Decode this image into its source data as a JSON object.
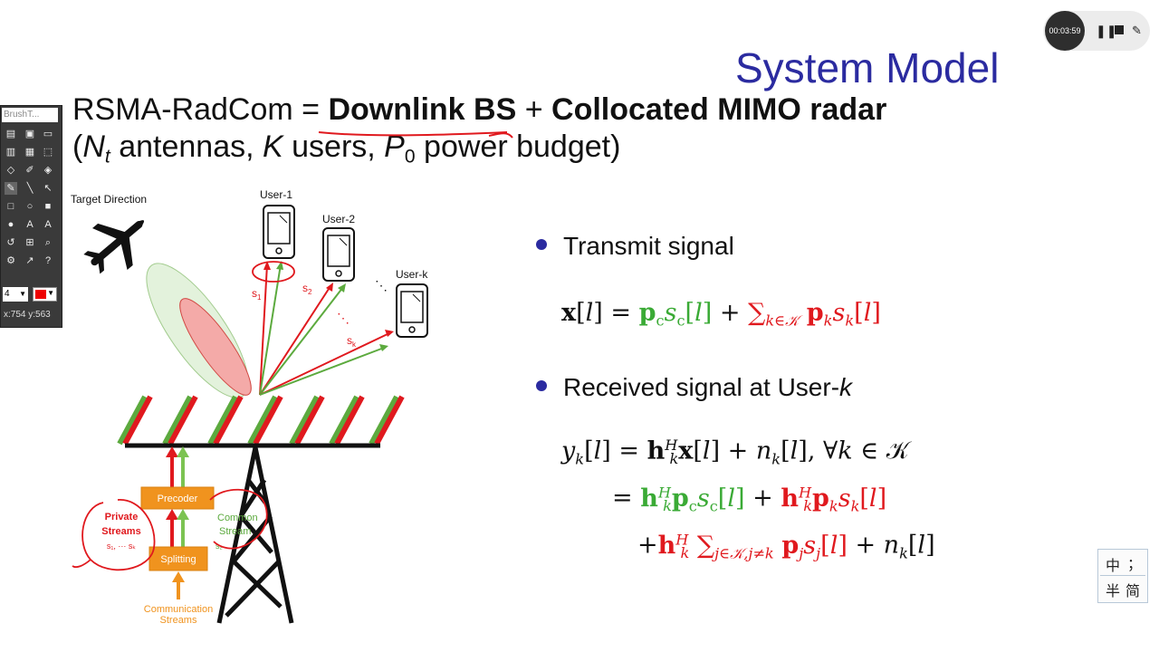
{
  "slide": {
    "title": "System Model",
    "line1": {
      "prefix": "RSMA-RadCom = ",
      "term1": "Downlink BS",
      "plus": " + ",
      "term2": "Collocated MIMO radar"
    },
    "line2": {
      "open": "(",
      "n": "N",
      "t": "t",
      "antennas": " antennas, ",
      "k": "K",
      "users": " users, ",
      "p": "P",
      "zero": "0",
      "budget": " power budget)"
    },
    "bullet1": "Transmit signal",
    "bullet2": {
      "text": "Received signal at User-",
      "k": "k"
    }
  },
  "diagram": {
    "target_label": "Target Direction",
    "user1": "User-1",
    "user2": "User-2",
    "userk": "User-k",
    "s1": "s",
    "s1_sub": "1",
    "s2": "s",
    "s2_sub": "2",
    "sk": "s",
    "sk_sub": "k",
    "precoder": "Precoder",
    "splitting": "Splitting",
    "private_streams_1": "Private",
    "private_streams_2": "Streams",
    "private_streams_3": "s₁, ··· sₖ",
    "common_stream_1": "Common",
    "common_stream_2": "Stream",
    "common_stream_3": "s꜀",
    "comm_streams_1": "Communication",
    "comm_streams_2": "Streams",
    "ellipsis_users": "⋱",
    "ellipsis_beams": "⋱"
  },
  "recorder": {
    "time": "00:03:59",
    "pause_icon": "pause-icon",
    "stop_icon": "stop-icon",
    "pen_icon": "pen-icon"
  },
  "brush_toolbox": {
    "title": "BrushT...",
    "size_value": "4",
    "color": "#e00000",
    "coords": "x:754  y:563"
  },
  "ime": {
    "c1": "中",
    "c2": "；",
    "c3": "半",
    "c4": "简"
  },
  "colors": {
    "title": "#2b2ba0",
    "green": "#3aaa35",
    "red": "#e0191e",
    "orange": "#f0931e"
  }
}
